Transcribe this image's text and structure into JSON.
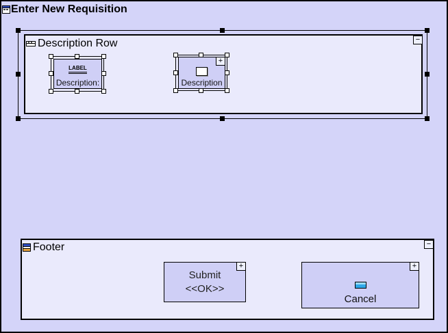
{
  "window": {
    "title": "Enter New Requisition"
  },
  "description_row": {
    "title": "Description Row",
    "collapse_label": "−",
    "label_element": {
      "glyph": "LABEL",
      "caption": "Description:"
    },
    "field_element": {
      "caption": "Description",
      "expand_label": "+"
    }
  },
  "footer": {
    "title": "Footer",
    "collapse_label": "−",
    "submit_element": {
      "line1": "Submit",
      "line2": "<<OK>>",
      "expand_label": "+"
    },
    "cancel_element": {
      "caption": "Cancel",
      "expand_label": "+"
    }
  },
  "colors": {
    "page_bg": "#d4d4f9",
    "section_bg": "#eaeafc",
    "element_bg": "#cfcff6",
    "selection_handle_container": "#000000",
    "selection_handle_element": "#ffffff",
    "pushbutton_glyph": "#2fa8e8"
  }
}
